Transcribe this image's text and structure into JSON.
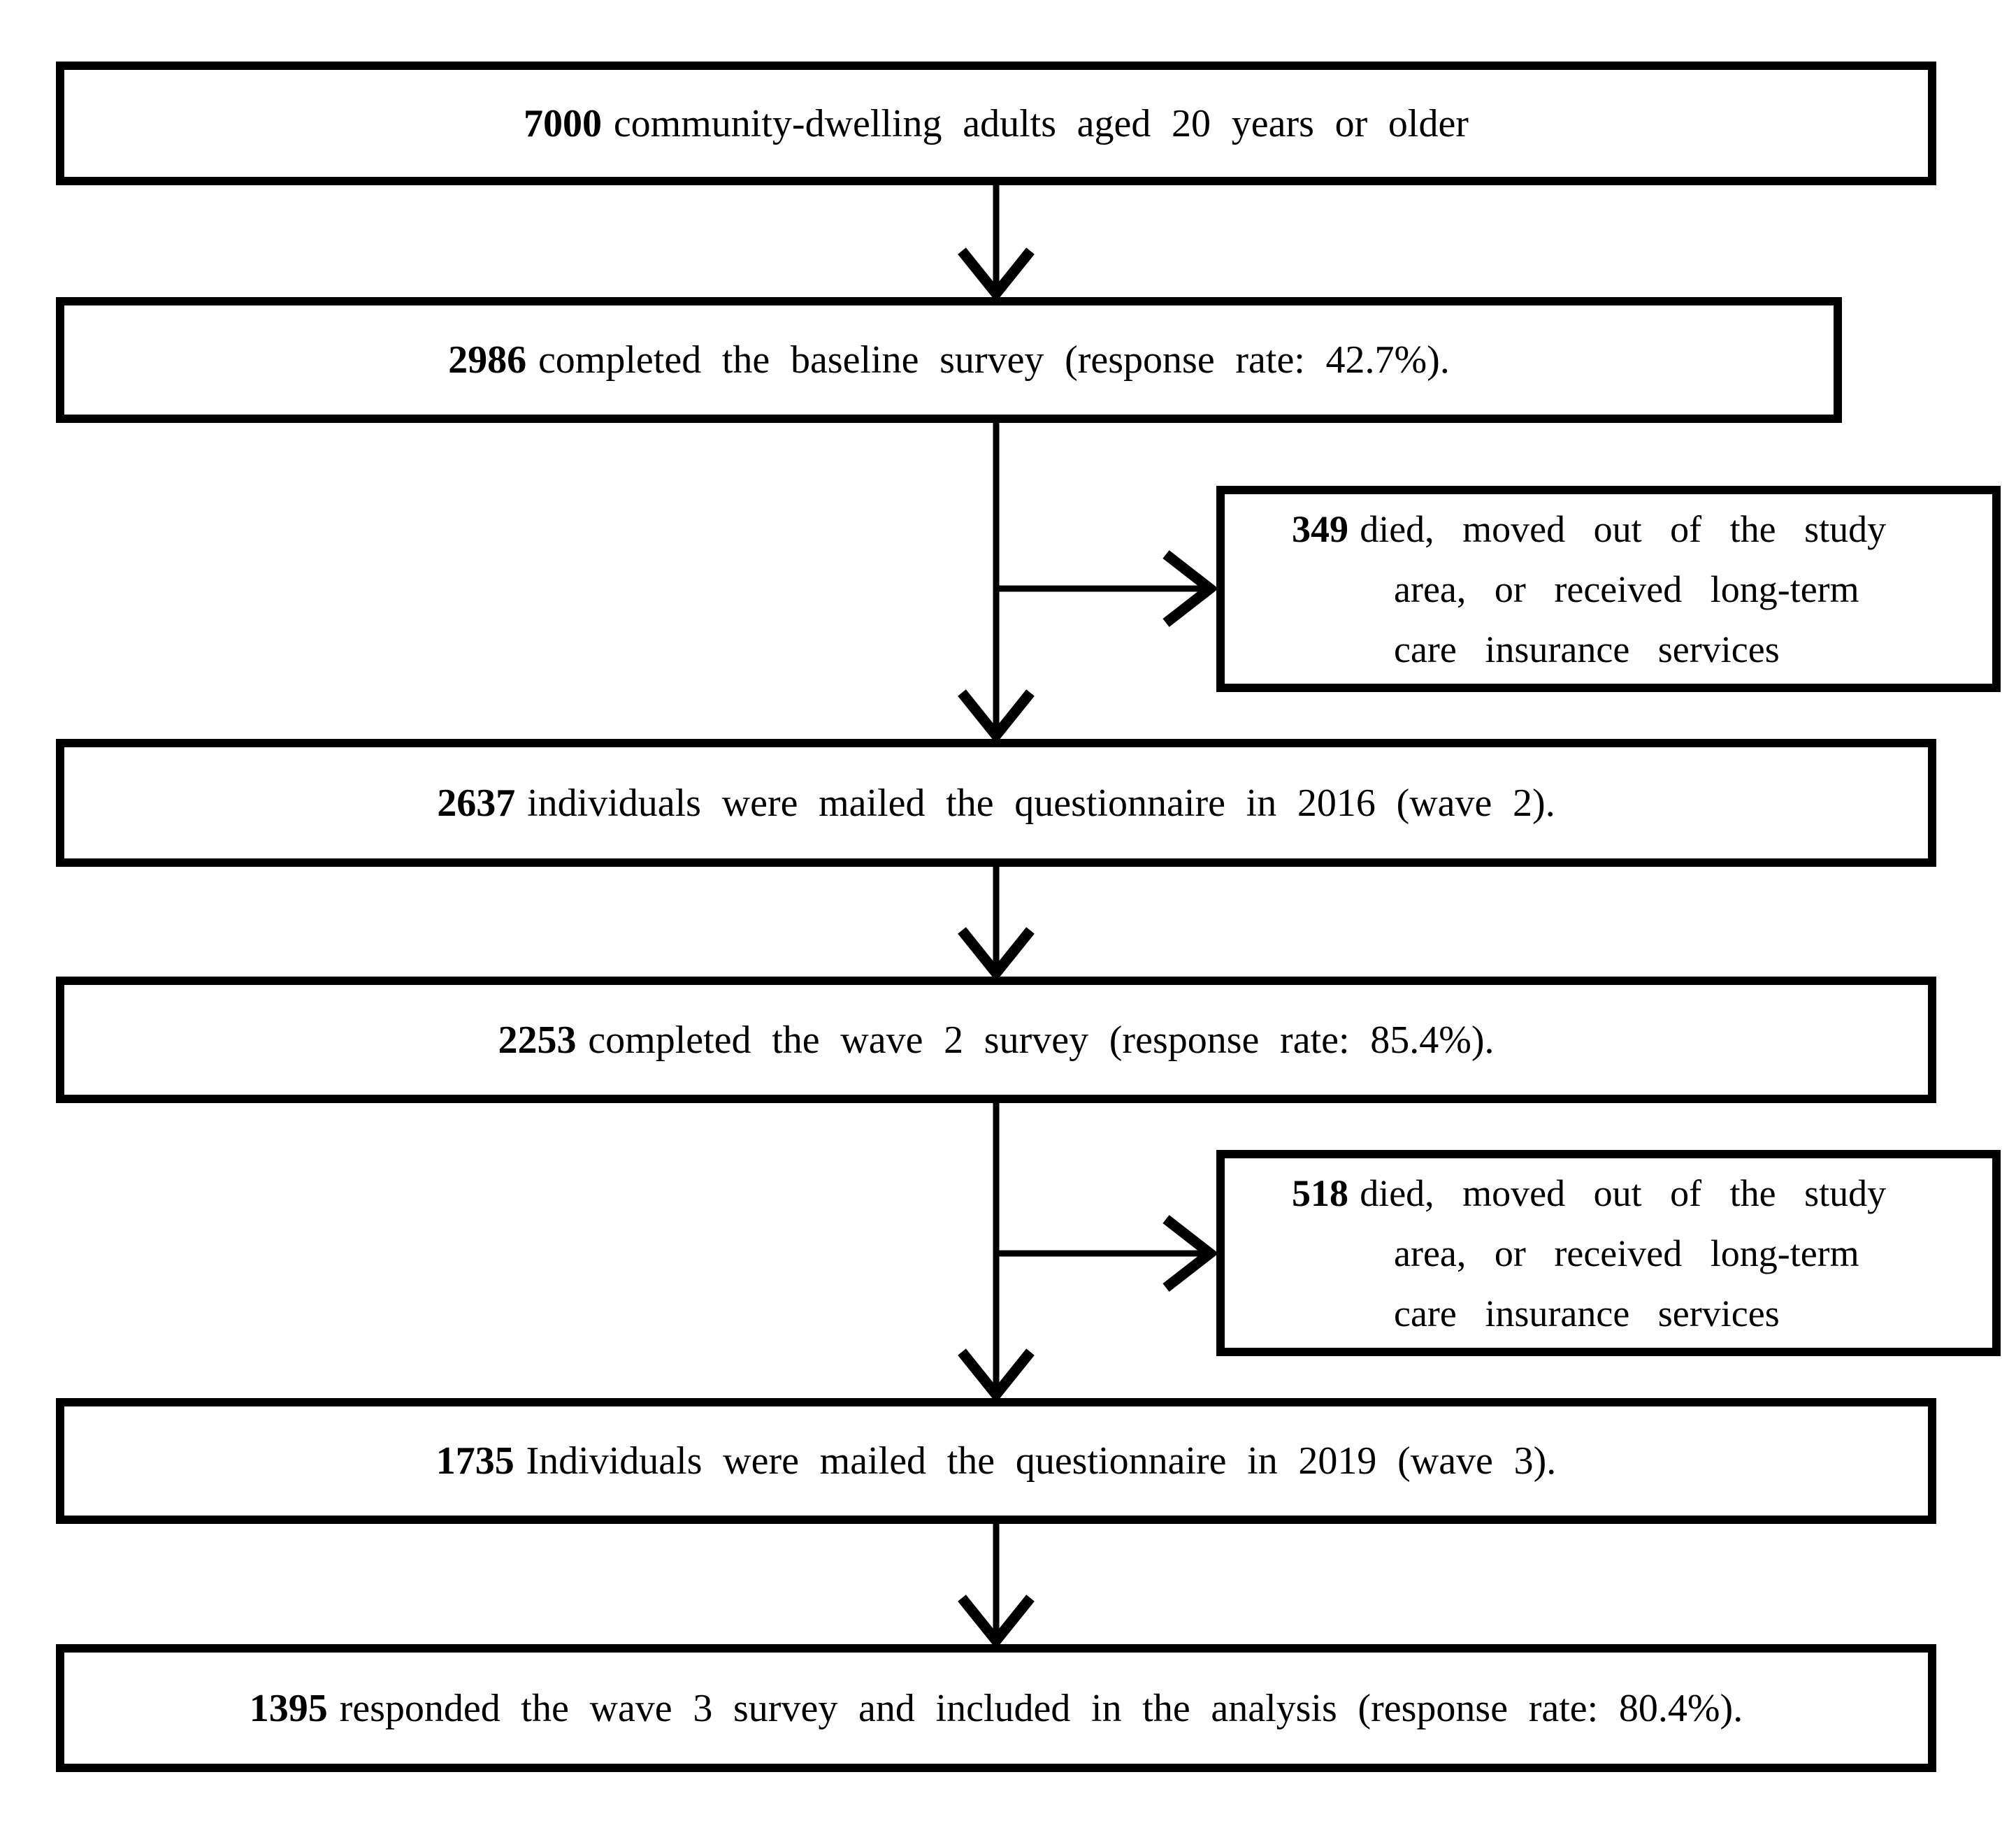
{
  "figure": {
    "type": "study-participant-flowchart",
    "colors": {
      "border": "#000000",
      "background": "#ffffff",
      "text": "#000000"
    },
    "boxes": [
      {
        "id": "box-eligible",
        "number": "7000",
        "text": "community-dwelling adults aged 20 years or older"
      },
      {
        "id": "box-baseline",
        "number": "2986",
        "text": "completed the baseline survey (response rate: 42.7%)."
      },
      {
        "id": "box-wave2-mailed",
        "number": "2637",
        "text": "individuals were mailed the questionnaire in 2016 (wave 2)."
      },
      {
        "id": "box-wave2-completed",
        "number": "2253",
        "text": "completed the wave 2 survey (response rate: 85.4%)."
      },
      {
        "id": "box-wave3-mailed",
        "number": "1735",
        "text": "Individuals were mailed the questionnaire in 2019 (wave 3)."
      },
      {
        "id": "box-wave3-analyzed",
        "number": "1395",
        "text": "responded the wave 3 survey and included in the analysis (response rate: 80.4%)."
      }
    ],
    "exclusion_boxes": [
      {
        "id": "exclusion-after-baseline",
        "number": "349",
        "line1": "died, moved out of the study",
        "line2": "area, or received long-term",
        "line3": "care insurance services"
      },
      {
        "id": "exclusion-after-wave2",
        "number": "518",
        "line1": "died, moved out of the study",
        "line2": "area, or received long-term",
        "line3": "care insurance services"
      }
    ]
  }
}
